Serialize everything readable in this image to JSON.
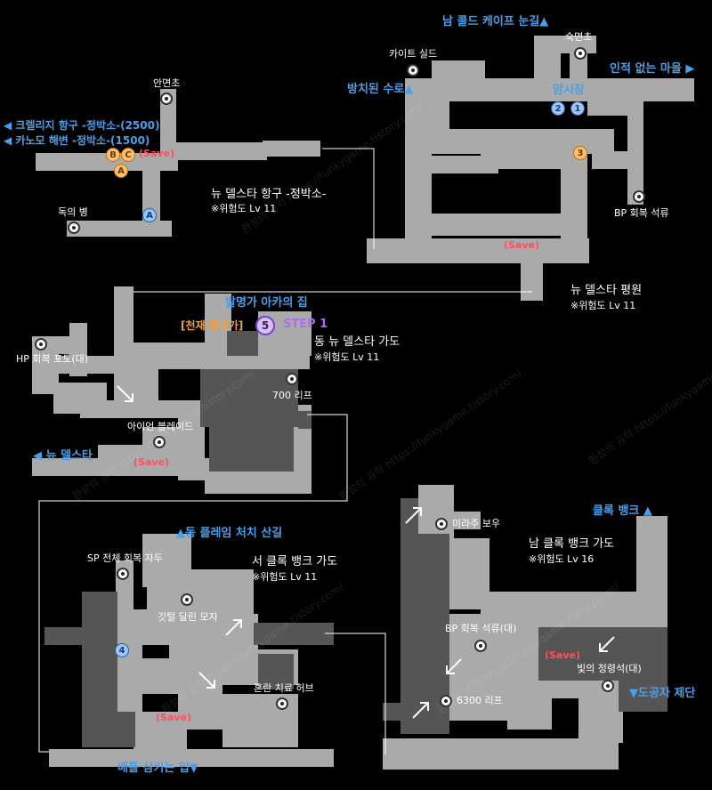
{
  "labels": {
    "south_cold_cape": "남 콜드 케이프 눈길▲",
    "kite_shield": "카이트 실드",
    "sleep_herb": "숙면초",
    "unmanned_village": "인적 없는 마을 ▶",
    "abandoned_waterway": "방치된 수로▲",
    "black_market": "암시장",
    "awake_herb": "안면초",
    "crelridge_port": "◀ 크렐리지 항구 -정박소-(2500)",
    "kanomo_beach": "◀ 카노모 해변 -정박소-(1500)",
    "save1": "(Save)",
    "poison_bottle": "독의 병",
    "new_delsta_port": "뉴 델스타 항구 -정박소-",
    "new_delsta_port_danger": "※위험도 Lv 11",
    "bp_stone1": "BP 회복 석류",
    "save2": "(Save)",
    "new_delsta_plain": "뉴 델스타 평원",
    "new_delsta_plain_danger": "※위험도 Lv 11",
    "inventor_house": "발명가 아카의 집",
    "genius_inventor": "[천재 발명가]",
    "step1": "STEP 1",
    "hp_grape": "HP 회복 포도(대)",
    "east_new_delsta_road": "동 뉴 델스타 가도",
    "east_new_delsta_danger": "※위험도 Lv 11",
    "leaf700": "700 리프",
    "iron_blade": "아이언 블레이드",
    "new_delsta_west": "◀ 뉴 델스타",
    "save3": "(Save)",
    "east_flame_hill": "▲동 플레임 처치 산길",
    "sp_dice": "SP 전체 회복 자두",
    "west_clock_road": "서 클록 뱅크 가도",
    "west_clock_danger": "※위험도 Lv 11",
    "feather_hat": "깃털 달린 모자",
    "confusion_herb": "혼란 치료 허브",
    "save4": "(Save)",
    "battle_entrance": "배틀 삼키는 입▼",
    "mirage_bow": "미라주 보우",
    "clock_bank": "클록 뱅크 ▲",
    "south_clock_road": "남 클록 뱅크 가도",
    "south_clock_danger": "※위험도 Lv 16",
    "bp_stone_large": "BP 회복 석류(대)",
    "save5": "(Save)",
    "light_stone": "빛의 정령석(대)",
    "leaf6300": "6300 리프",
    "thief_cut": "▼도공자 제단"
  },
  "badges": {
    "n1": "1",
    "n2": "2",
    "n3": "3",
    "n4": "4",
    "n5": "5",
    "a": "A",
    "a2": "A",
    "b": "B",
    "c": "C"
  },
  "watermark": "환상의 공략 https://funkygame.tistory.com/",
  "colors": {
    "floor": "#aaaaaa",
    "floor_dark": "#555555",
    "blue_label": "#4a9fe8",
    "orange_label": "#f0a040",
    "purple_label": "#a870f0",
    "save_red": "#ff5060",
    "connector_line": "#ffffff"
  }
}
